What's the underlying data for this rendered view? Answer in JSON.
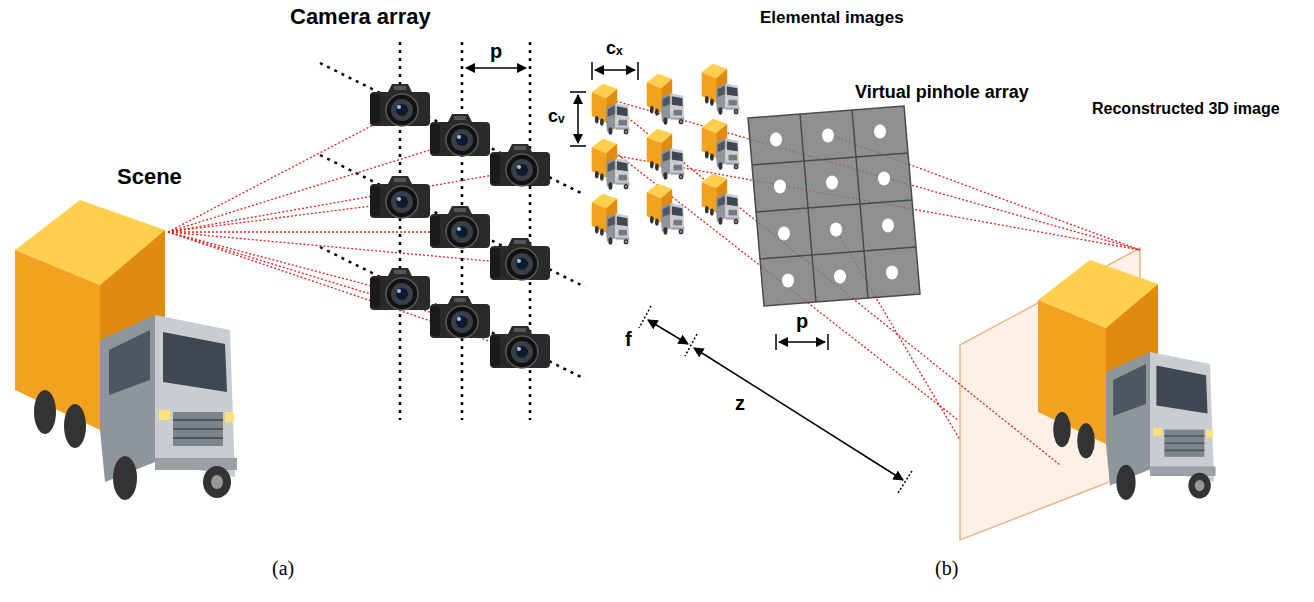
{
  "diagram": {
    "labels": [
      "Camera array",
      "p",
      "Scene",
      "Elemental images",
      "cₓ",
      "cᵥ",
      "Virtual pinhole array",
      "Reconstructed 3D image",
      "f",
      "p",
      "z",
      "(a)",
      "(b)"
    ]
  }
}
